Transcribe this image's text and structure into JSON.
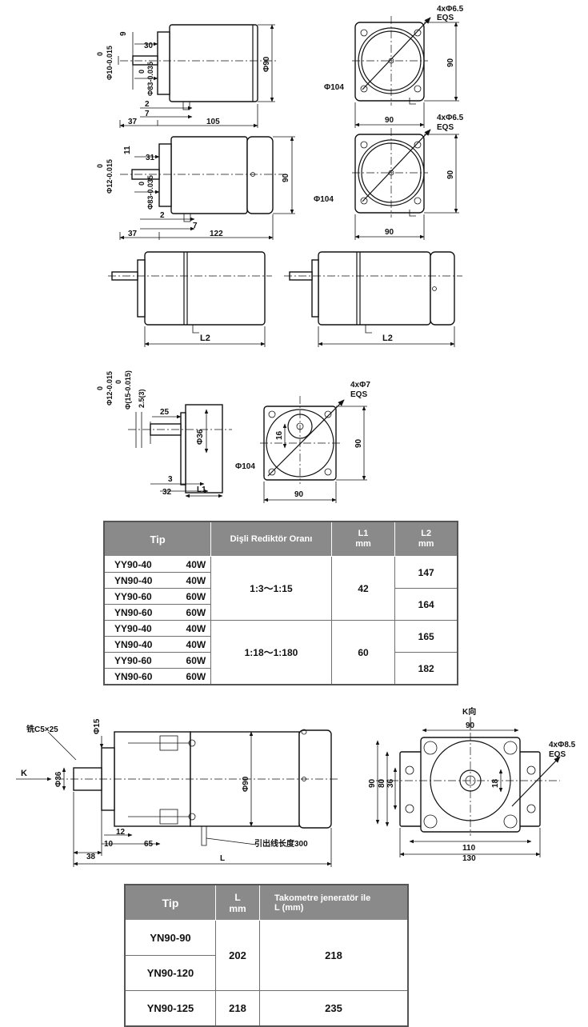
{
  "drawing1": {
    "dims_left": [
      "30",
      "9",
      "0",
      "Φ10-0.015",
      "0",
      "Φ83-0.035",
      "Φ90",
      "2",
      "7",
      "37",
      "105"
    ],
    "dims_right": [
      "4xΦ6.5",
      "EQS",
      "Φ104",
      "90",
      "90"
    ]
  },
  "drawing2": {
    "dims_left": [
      "11",
      "31",
      "0",
      "Φ12-0.015",
      "0",
      "Φ83-0.035",
      "90",
      "2",
      "7",
      "37",
      "122"
    ],
    "dims_right": [
      "4xΦ6.5",
      "EQS",
      "Φ104",
      "90",
      "90"
    ]
  },
  "drawing3": {
    "labels": [
      "L2",
      "L2"
    ]
  },
  "drawing4": {
    "dims_side": [
      "0",
      "Φ12-0.015",
      "0",
      "Φ(15-0.015)",
      "2.5(3)",
      "25",
      "Φ36",
      "3",
      "32",
      "L1"
    ],
    "dims_front": [
      "4xΦ7",
      "EQS",
      "16",
      "90",
      "Φ104",
      "90"
    ]
  },
  "table1": {
    "headers": [
      "Tip",
      "Dişli Rediktör Oranı",
      "L1\nmm",
      "L2\nmm"
    ],
    "rows": [
      {
        "model": "YY90-40",
        "power": "40W"
      },
      {
        "model": "YN90-40",
        "power": "40W"
      },
      {
        "model": "YY90-60",
        "power": "60W"
      },
      {
        "model": "YN90-60",
        "power": "60W"
      },
      {
        "model": "YY90-40",
        "power": "40W"
      },
      {
        "model": "YN90-40",
        "power": "40W"
      },
      {
        "model": "YY90-60",
        "power": "60W"
      },
      {
        "model": "YN90-60",
        "power": "60W"
      }
    ],
    "ratios": [
      "1:3～1:15",
      "1:18～1:180"
    ],
    "l1": [
      "42",
      "60"
    ],
    "l2": [
      "147",
      "164",
      "165",
      "182"
    ]
  },
  "drawing5": {
    "dims_side": [
      "铣C5×25",
      "Φ15",
      "Φ36",
      "K",
      "Φ90",
      "12",
      "10",
      "65",
      "38",
      "L",
      "引出线长度300"
    ],
    "dims_front": [
      "K向",
      "90",
      "4xΦ8.5",
      "EQS",
      "90",
      "80",
      "36",
      "18",
      "110",
      "130"
    ]
  },
  "table2": {
    "headers": [
      "Tip",
      "L\nmm",
      "Takometre jeneratör ile\nL (mm)"
    ],
    "rows": [
      "YN90-90",
      "YN90-120",
      "YN90-125"
    ],
    "l_values": [
      "202",
      "218"
    ],
    "tacho_values": [
      "218",
      "235"
    ]
  }
}
